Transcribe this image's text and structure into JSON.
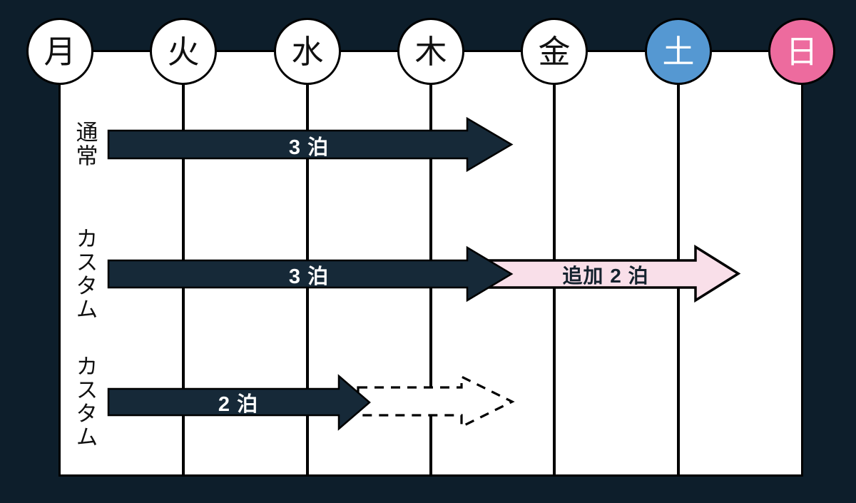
{
  "colors": {
    "background": "#0d1e2b",
    "panel": "#ffffff",
    "line": "#000000",
    "arrow_dark": "#162938",
    "arrow_pink_fill": "#f9dfe9",
    "saturday_blue": "#5598d2",
    "sunday_pink": "#ed6b9e"
  },
  "days": [
    {
      "label": "月",
      "type": "weekday"
    },
    {
      "label": "火",
      "type": "weekday"
    },
    {
      "label": "水",
      "type": "weekday"
    },
    {
      "label": "木",
      "type": "weekday"
    },
    {
      "label": "金",
      "type": "weekday"
    },
    {
      "label": "土",
      "type": "saturday"
    },
    {
      "label": "日",
      "type": "sunday"
    }
  ],
  "rows": [
    {
      "label": "通常",
      "arrow": {
        "label": "3 泊",
        "style": "dark"
      }
    },
    {
      "label": "カスタム",
      "arrow": {
        "label": "3 泊",
        "style": "dark"
      },
      "extension": {
        "label": "追加 2 泊",
        "style": "pink"
      }
    },
    {
      "label": "カスタム",
      "arrow": {
        "label": "2 泊",
        "style": "dark"
      },
      "extension": {
        "label": "",
        "style": "dashed-outline"
      }
    }
  ]
}
